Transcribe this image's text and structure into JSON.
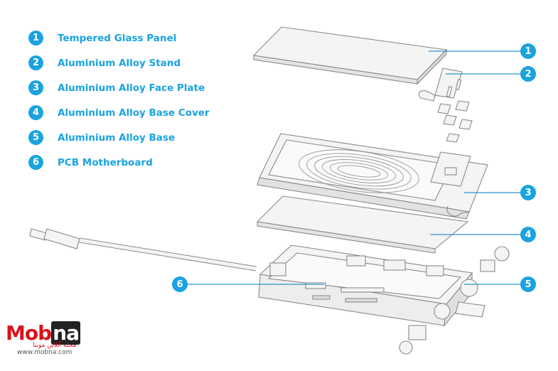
{
  "theme": {
    "accent": "#1aa3df",
    "line": "#8a8a8a",
    "fill": "#f2f2f2"
  },
  "legend": [
    {
      "number": "1",
      "label": "Tempered Glass Panel"
    },
    {
      "number": "2",
      "label": "Aluminium Alloy Stand"
    },
    {
      "number": "3",
      "label": "Aluminium Alloy Face Plate"
    },
    {
      "number": "4",
      "label": "Aluminium Alloy Base Cover"
    },
    {
      "number": "5",
      "label": "Aluminium Alloy Base"
    },
    {
      "number": "6",
      "label": "PCB Motherboard"
    }
  ],
  "callouts": [
    "1",
    "2",
    "3",
    "4",
    "5",
    "6"
  ],
  "watermark": {
    "logo_prefix": "Mob",
    "logo_box": "na",
    "subtitle": "مجله آنلاین موبنا",
    "url": "www.mobna.com"
  }
}
